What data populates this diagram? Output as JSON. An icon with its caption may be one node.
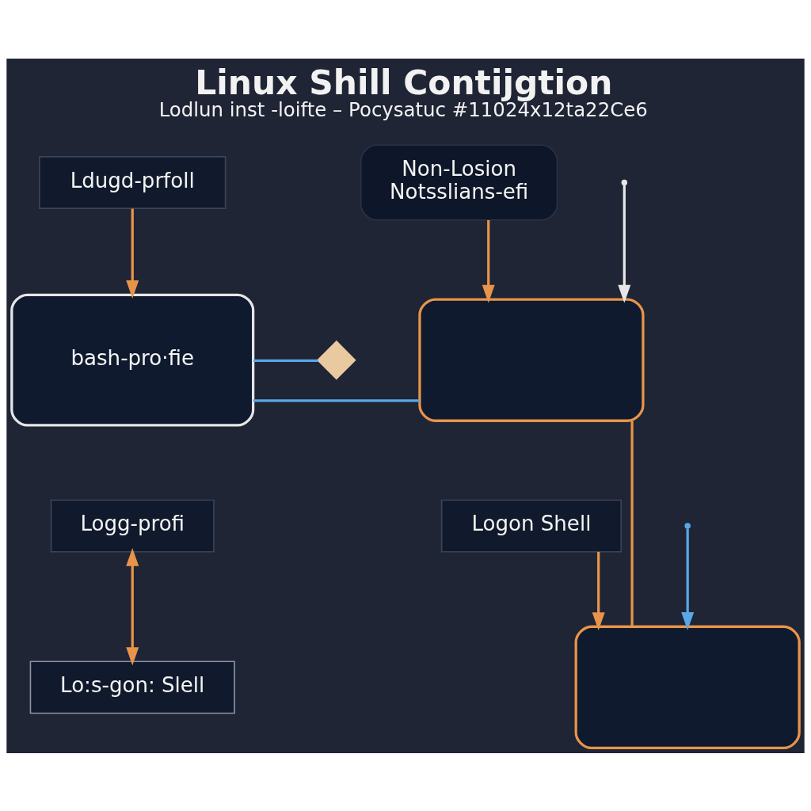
{
  "diagram": {
    "title": "Linux Shill Contijgtion",
    "caption": "Lodlun inst -loifte – Pocysatuc #11024x12ta22Ce6",
    "nodes": [
      {
        "text": [
          "Ldugd-prfoll"
        ]
      },
      {
        "text": [
          "bash-pro·fie"
        ]
      },
      {
        "text": [
          "Non-Losion Notsslians-efi"
        ]
      },
      {
        "text": [],
        "shape": "box"
      },
      {
        "text": [
          "Logg-profi"
        ]
      },
      {
        "text": [
          "Logon Shell"
        ]
      },
      {
        "text": [
          "Lo:s-gon: Slell"
        ]
      },
      {
        "text": [],
        "shape": "box"
      },
      {
        "text": [],
        "shape": "diamond"
      }
    ],
    "edges": [
      {
        "from": 0,
        "to": 1,
        "arrow": "to"
      },
      {
        "from": 2,
        "to": 3,
        "arrow": "to",
        "color": "#e8944a"
      },
      {
        "from": 1,
        "to": 8,
        "arrow": "none",
        "color": "#5aa7e6"
      },
      {
        "from": 1,
        "to": 3,
        "arrow": "none",
        "color": "#5aa7e6"
      },
      {
        "from": 4,
        "to": 6,
        "arrow": "both",
        "color": "#e8944a"
      },
      {
        "from": 5,
        "to": 7,
        "arrow": "to",
        "color": "#e8944a"
      },
      {
        "from": 3,
        "to": 7,
        "arrow": "none",
        "color": "#e8944a"
      },
      {
        "from": null,
        "to": 3,
        "arrow": "to",
        "color": "#e6e6e6"
      },
      {
        "from": null,
        "to": 7,
        "arrow": "to",
        "color": "#5aa7e6"
      }
    ]
  }
}
